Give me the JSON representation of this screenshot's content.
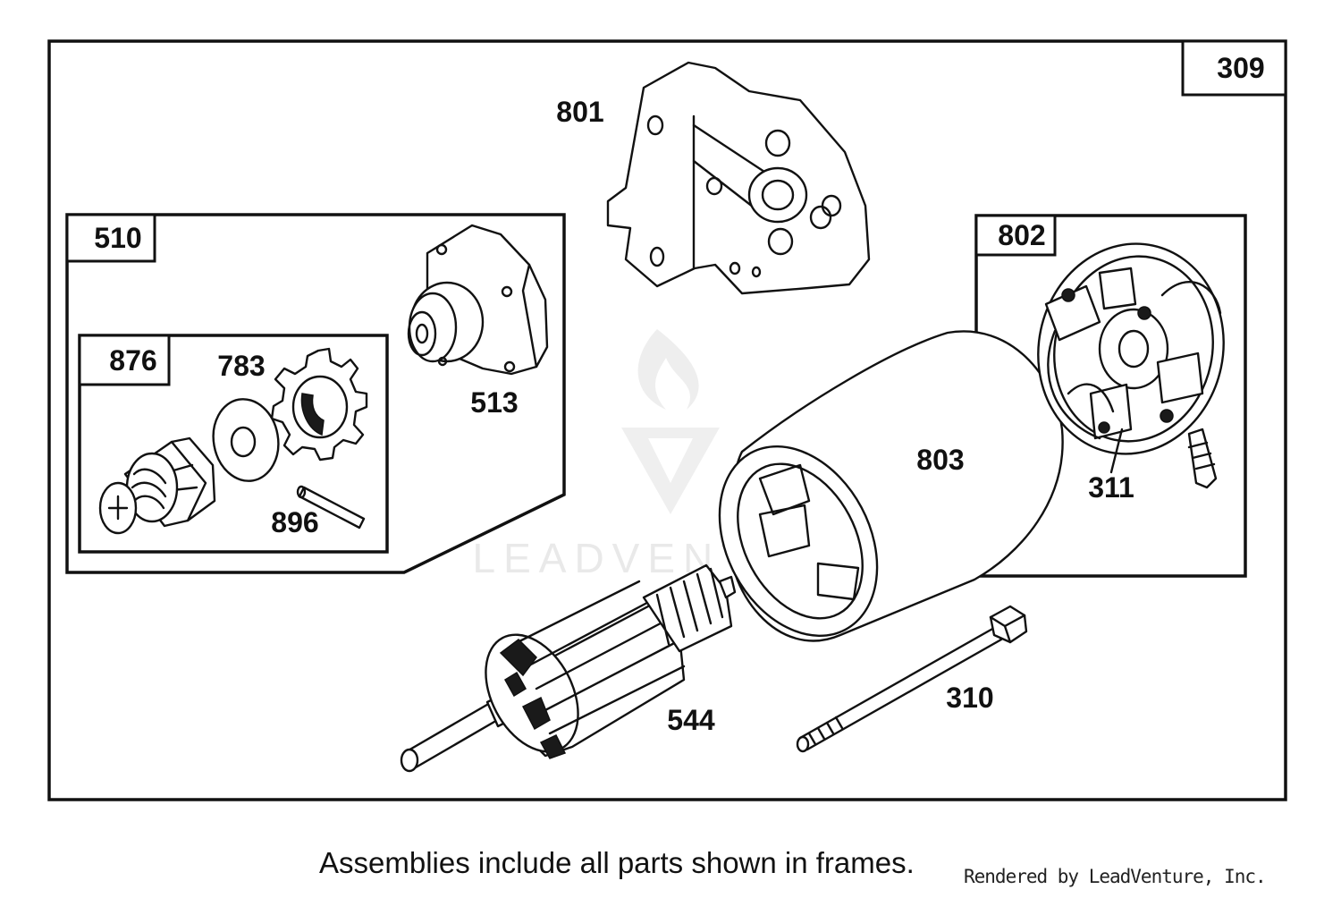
{
  "diagram": {
    "frames": [
      {
        "id": "frame-309",
        "label": "309"
      },
      {
        "id": "frame-510",
        "label": "510"
      },
      {
        "id": "frame-876",
        "label": "876"
      },
      {
        "id": "frame-802",
        "label": "802"
      }
    ],
    "parts": [
      {
        "id": "801",
        "label": "801",
        "depicts": "mounting-bracket"
      },
      {
        "id": "513",
        "label": "513",
        "depicts": "drive-end-cap"
      },
      {
        "id": "783",
        "label": "783",
        "depicts": "pinion-gear"
      },
      {
        "id": "896",
        "label": "896",
        "depicts": "roll-pin"
      },
      {
        "id": "803",
        "label": "803",
        "depicts": "motor-housing"
      },
      {
        "id": "311",
        "label": "311",
        "depicts": "brush-assembly"
      },
      {
        "id": "310",
        "label": "310",
        "depicts": "through-bolt"
      },
      {
        "id": "544",
        "label": "544",
        "depicts": "armature"
      }
    ],
    "watermark": "LEADVENTURE"
  },
  "footer": {
    "caption": "Assemblies include all parts shown in frames.",
    "credit": "Rendered by LeadVenture, Inc."
  }
}
